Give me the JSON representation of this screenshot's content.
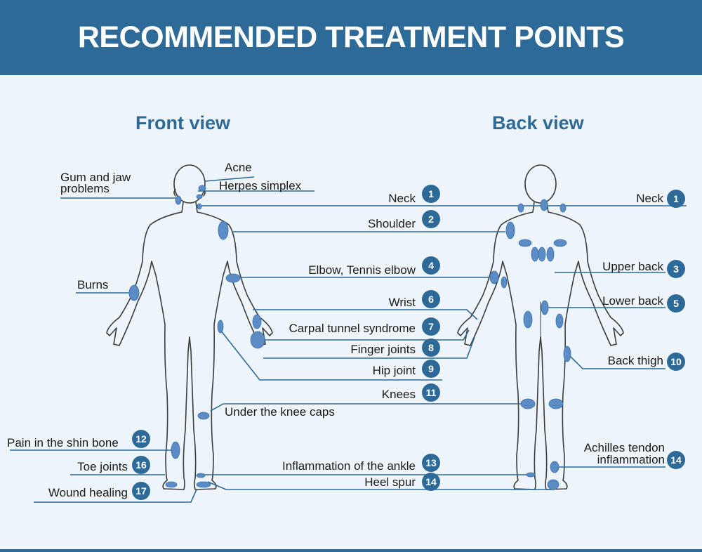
{
  "header": {
    "title": "RECOMMENDED TREATMENT POINTS"
  },
  "views": {
    "front": "Front view",
    "back": "Back view"
  },
  "colors": {
    "banner": "#2e6a97",
    "badge": "#2e6a97",
    "spot": "#5b8cc6",
    "line": "#2e6a97",
    "outline": "#3b3b3b",
    "background": "#eef5fa"
  },
  "labels": {
    "acne": "Acne",
    "gum_jaw_1": "Gum and jaw",
    "gum_jaw_2": "problems",
    "herpes": "Herpes simplex",
    "neck_front": "Neck",
    "neck_back": "Neck",
    "shoulder": "Shoulder",
    "upper_back": "Upper back",
    "elbow": "Elbow, Tennis elbow",
    "burns": "Burns",
    "wrist": "Wrist",
    "lower_back": "Lower back",
    "carpal": "Carpal tunnel syndrome",
    "finger": "Finger joints",
    "back_thigh": "Back thigh",
    "hip": "Hip joint",
    "knees": "Knees",
    "under_knee": "Under the knee caps",
    "achilles_1": "Achilles tendon",
    "achilles_2": "inflammation",
    "shin": "Pain in the shin bone",
    "toe": "Toe joints",
    "ankle": "Inflammation of the ankle",
    "heel": "Heel spur",
    "wound": "Wound healing"
  },
  "badges": {
    "neck_front": "1",
    "neck_back": "1",
    "shoulder": "2",
    "upper_back": "3",
    "elbow": "4",
    "lower_back": "5",
    "wrist": "6",
    "carpal": "7",
    "finger": "8",
    "hip": "9",
    "back_thigh": "10",
    "knees": "11",
    "shin": "12",
    "ankle": "13",
    "heel": "14",
    "achilles": "14",
    "toe": "16",
    "wound": "17"
  }
}
